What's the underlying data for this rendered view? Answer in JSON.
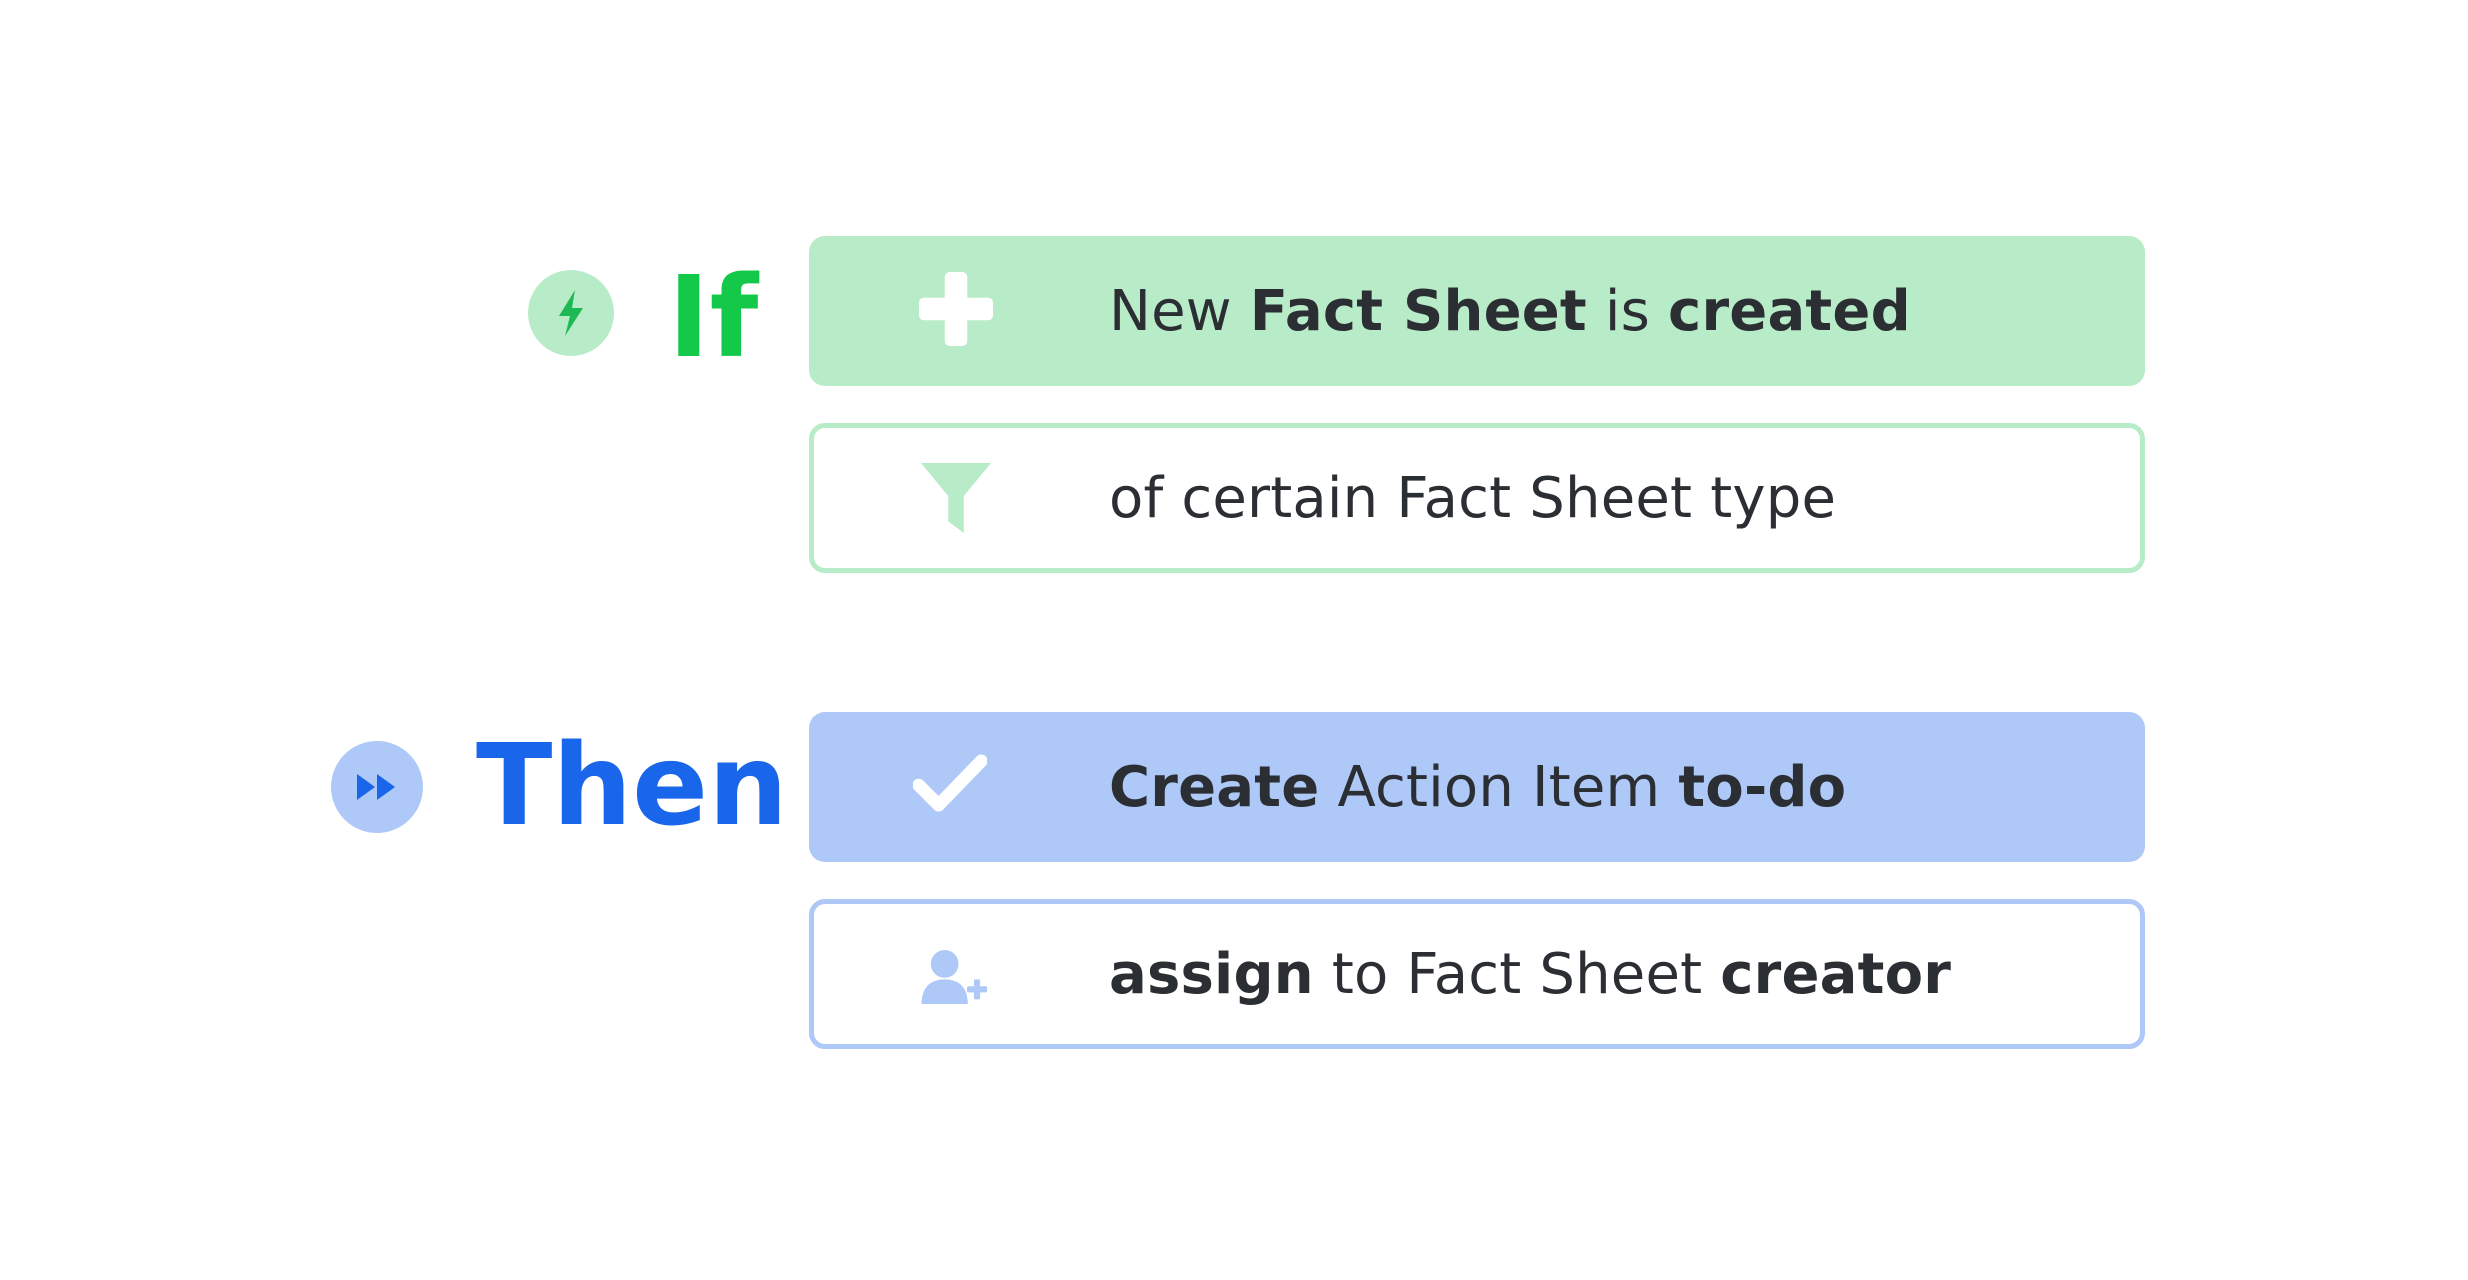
{
  "if_block": {
    "keyword": "If",
    "badge_icon": "lightning-icon",
    "condition": {
      "icon": "plus-icon",
      "parts": [
        "New ",
        "Fact Sheet",
        " is ",
        "created"
      ]
    },
    "filter": {
      "icon": "filter-icon",
      "parts": [
        "of certain Fact Sheet type"
      ]
    }
  },
  "then_block": {
    "keyword": "Then",
    "badge_icon": "fast-forward-icon",
    "action": {
      "icon": "checkmark-icon",
      "parts": [
        "Create",
        " Action Item ",
        "to-do"
      ]
    },
    "assignee": {
      "icon": "add-user-icon",
      "parts": [
        "assign",
        " to Fact Sheet ",
        "creator"
      ]
    }
  },
  "colors": {
    "if_green": "#14c94a",
    "if_badge": "#b8ecc8",
    "then_blue": "#1a66ea",
    "then_badge": "#aec8f7",
    "text": "#2b2e33"
  }
}
